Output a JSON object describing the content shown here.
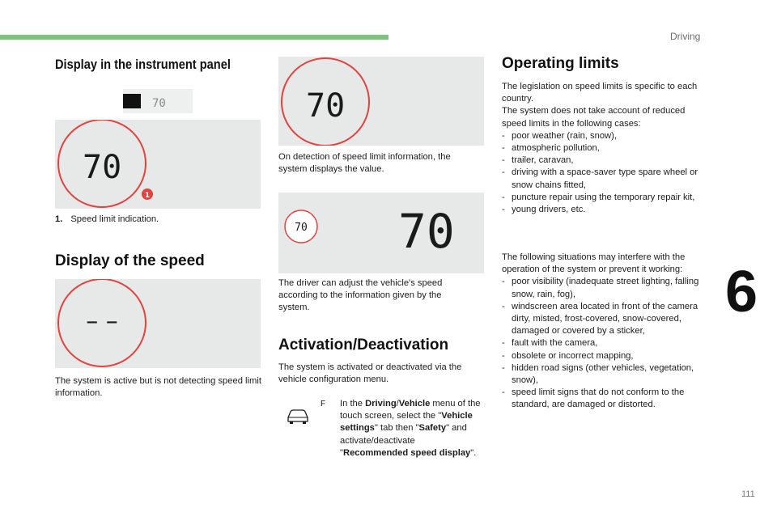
{
  "header": {
    "section": "Driving",
    "chapter": "6",
    "page_number": "111"
  },
  "left": {
    "title": "Display in the instrument panel",
    "small_display_value": "70",
    "panel1_value": "70",
    "callout_number": "1",
    "note_num": "1.",
    "note_text": "Speed limit indication.",
    "speed_title": "Display of the speed",
    "dash_value": "– –",
    "speed_text": "The system is active but is not detecting speed limit information."
  },
  "middle": {
    "panel_value": "70",
    "detection_text": "On detection of speed limit information, the system displays the value.",
    "small_circle_value": "70",
    "big_value": "70",
    "adjust_text": "The driver can adjust the vehicle's speed according to the information given by the system.",
    "activation_title": "Activation/Deactivation",
    "activation_text": "The system is activated or deactivated via the vehicle configuration menu.",
    "tip_marker": "F",
    "tip_p1": "In the ",
    "tip_b1": "Driving",
    "tip_sep": "/",
    "tip_b2": "Vehicle",
    "tip_p2": " menu of the touch screen, select the \"",
    "tip_b3": "Vehicle settings",
    "tip_p3": "\" tab then \"",
    "tip_b4": "Safety",
    "tip_p4": "\" and activate/deactivate \"",
    "tip_b5": "Recommended speed display",
    "tip_p5": "\"."
  },
  "right": {
    "title": "Operating limits",
    "intro": "The legislation on speed limits is specific to each country.",
    "cases_intro": "The system does not take account of reduced speed limits in the following cases:",
    "cases": [
      "poor weather (rain, snow),",
      "atmospheric pollution,",
      "trailer, caravan,",
      "driving with a space-saver type spare wheel or snow chains fitted,",
      "puncture repair using the temporary repair kit,",
      "young drivers, etc."
    ],
    "interfere_intro": "The following situations may interfere with the operation of the system or prevent it working:",
    "interfere": [
      "poor visibility (inadequate street lighting, falling snow, rain, fog),",
      "windscreen area located in front of the camera dirty, misted, frost-covered, snow-covered, damaged or covered by a sticker,",
      "fault with the camera,",
      "obsolete or incorrect mapping,",
      "hidden road signs (other vehicles, vegetation, snow),",
      "speed limit signs that do not conform to the standard, are damaged or distorted."
    ]
  },
  "colors": {
    "accent_green": "#78c77a",
    "ring_red": "#e2433f",
    "digit_dark": "#1a1a1a",
    "panel_bg": "#e7e8e8"
  }
}
